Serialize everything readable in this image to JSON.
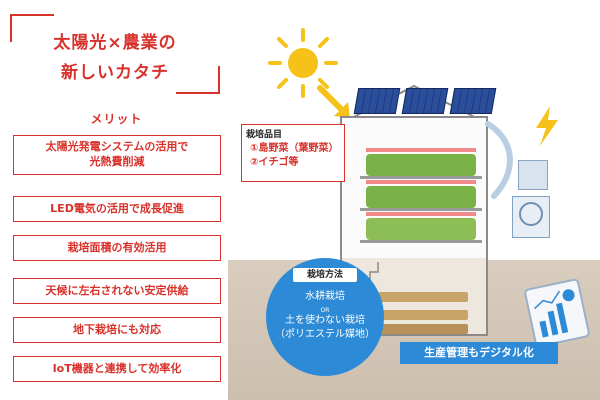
{
  "title": {
    "line1": "太陽光×農業の",
    "line2": "新しいカタチ"
  },
  "merits": {
    "heading": "メリット",
    "items": [
      "太陽光発電システムの活用で\n光熱費削減",
      "LED電気の活用で成長促進",
      "栽培面積の有効活用",
      "天候に左右されない安定供給",
      "地下栽培にも対応",
      "IoT機器と連携して効率化"
    ]
  },
  "crops": {
    "heading": "栽培品目",
    "items": [
      "①島野菜（葉野菜）",
      "②イチゴ等"
    ]
  },
  "method": {
    "heading": "栽培方法",
    "line1": "水耕栽培",
    "or": "OR",
    "line2": "土を使わない栽培",
    "line3": "（ポリエステル媒地）"
  },
  "digital": {
    "label": "生産管理もデジタル化"
  },
  "colors": {
    "accent_red": "#d9322c",
    "accent_blue": "#2c8ad6",
    "solar_blue": "#2b4e9c",
    "sun_yellow": "#f6c21a"
  }
}
